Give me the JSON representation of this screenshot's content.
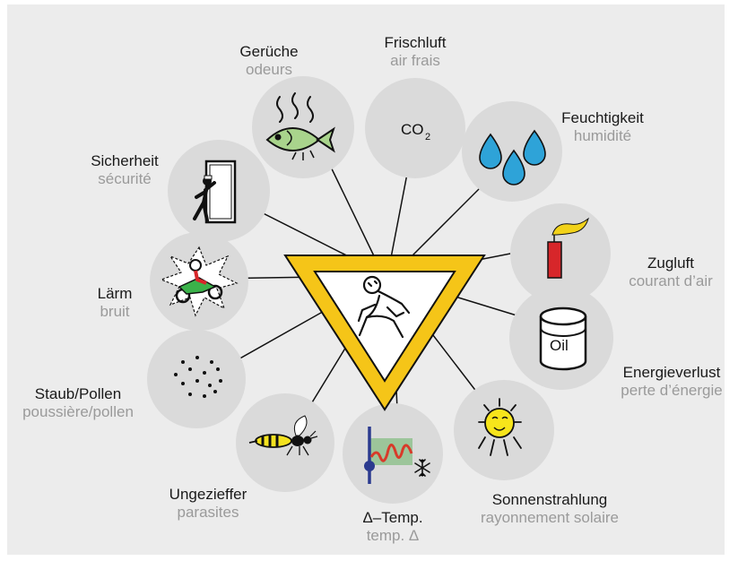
{
  "colors": {
    "panel": "#ececec",
    "circle": "#dadada",
    "warning_yellow": "#f5c518",
    "water_blue": "#2ea3d8",
    "fire_red": "#d7262a",
    "flame_yellow": "#f2d21a",
    "fish_green": "#a9d48c",
    "moto_green": "#3bb24a",
    "heat_green": "#9cc59a",
    "heat_red": "#d83a2a",
    "thermo_blue": "#2b3a8f",
    "sun_yellow": "#f7e51b",
    "wasp_yellow": "#f4e21f"
  },
  "center": {
    "icon": "warning-triangle-person-icon"
  },
  "nodes": [
    {
      "id": "odors",
      "de": "Gerüche",
      "fr": "odeurs",
      "icon": "fish-smell-icon"
    },
    {
      "id": "fresh-air",
      "de": "Frischluft",
      "fr": "air frais",
      "icon": "co2-icon",
      "icon_text": "CO",
      "icon_sub": "2"
    },
    {
      "id": "humidity",
      "de": "Feuchtigkeit",
      "fr": "humidité",
      "icon": "water-drops-icon"
    },
    {
      "id": "draft",
      "de": "Zugluft",
      "fr": "courant d’air",
      "icon": "candle-flame-icon"
    },
    {
      "id": "energy",
      "de": "Energieverlust",
      "fr": "perte d’énergie",
      "icon": "oil-barrel-icon",
      "icon_text": "Oil"
    },
    {
      "id": "solar",
      "de": "Sonnenstrahlung",
      "fr": "rayonnement solaire",
      "icon": "sun-icon"
    },
    {
      "id": "temp",
      "de": "Δ–Temp.",
      "fr": "temp. Δ",
      "icon": "temperature-icon"
    },
    {
      "id": "pests",
      "de": "Ungezieffer",
      "fr": "parasites",
      "icon": "wasp-icon"
    },
    {
      "id": "dust",
      "de": "Staub/Pollen",
      "fr": "poussière/pollen",
      "icon": "dust-particles-icon"
    },
    {
      "id": "noise",
      "de": "Lärm",
      "fr": "bruit",
      "icon": "motorcycle-noise-icon"
    },
    {
      "id": "security",
      "de": "Sicherheit",
      "fr": "sécurité",
      "icon": "burglar-window-icon"
    }
  ]
}
